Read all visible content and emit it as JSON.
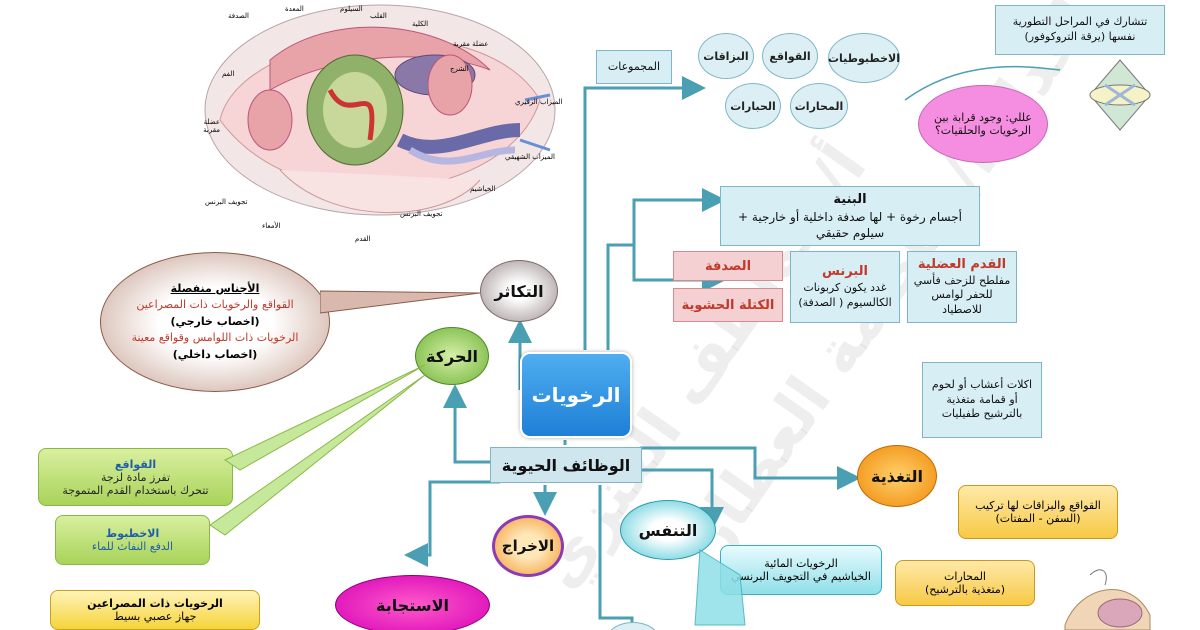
{
  "center": {
    "title": "الرخويات"
  },
  "functions": {
    "title": "الوظائف الحيوية"
  },
  "nodes": {
    "reproduction": "التكاثر",
    "movement": "الحركة",
    "nutrition": "التغذية",
    "respiration": "التنفس",
    "excretion": "الاخراج",
    "response": "الاستجابة"
  },
  "groups": {
    "label": "المجموعات",
    "items": [
      "الاخطبوطيات",
      "القواقع",
      "البزاقات",
      "المحارات",
      "الحبارات"
    ]
  },
  "evolution": {
    "text": "تتشارك في المراحل التطورية نفسها (يرقة التروكوفور)",
    "question": "عللي: وجود قرابة بين الرخويات والحلقيات؟"
  },
  "structure": {
    "title": "البنية",
    "text": "أجسام رخوة + لها صدفة داخلية أو خارجية + سيلوم حقيقي",
    "parts": {
      "shell": "الصدفة",
      "mantle": "الكتلة الحشوية",
      "mantle_title": "البرنس",
      "mantle_text": "غدد يكون كربونات الكالسيوم ( الصدفة)",
      "foot_title": "القدم العضلية",
      "foot_text": "مفلطح للزحف فأسي للحفر لوامس للاصطياد"
    }
  },
  "feeding_types": "اكلات أعشاب أو لحوم أو قمامة متغذية بالترشيح طفيليات",
  "reproduction_detail": {
    "title": "الأجناس منفصلة",
    "l1": "القواقع والرخويات ذات المصراعين",
    "l2": "(اخصاب خارجي)",
    "l3": "الرخويات ذات اللوامس وقواقع معينة",
    "l4": "(اخصاب داخلي)"
  },
  "movement_detail": {
    "snails_title": "القواقع",
    "snails_l1": "تفرز مادة لزجة",
    "snails_l2": "تتحرك باستخدام القدم المتموجة",
    "octopus_title": "الاخطبوط",
    "octopus_l1": "الدفع النفاث للماء"
  },
  "nutrition_detail": {
    "snails": "القواقع والبزاقات لها تركيب (السفن - المفتات)",
    "clams_title": "المحارات",
    "clams_text": "(متغذية بالترشيح)"
  },
  "respiration_detail": {
    "l1": "الرخويات المائية",
    "l2": "الخياشيم في التجويف البرنسي"
  },
  "response_detail": {
    "title": "الرخويات ذات المصراعين",
    "l1": "جهاز عصبي بسيط"
  },
  "anatomy_labels": {
    "heart": "القلب",
    "stomach": "المعدة",
    "shell": "الصدفة",
    "coelom": "السيلوم",
    "kidney": "الكلية",
    "muscle": "عضلة مقربة",
    "anus": "الشرج",
    "mouth": "الفم",
    "muscle2": "عضلة مقربة",
    "mantle_cavity": "تجويف البرنس",
    "intestine": "الأمعاء",
    "foot": "القدم",
    "gills": "الخياشيم",
    "siphon_in": "الميزاب الشهيقي",
    "siphon_out": "الميزاب الزفيري",
    "mantle_cavity2": "تجويف البرنس"
  }
}
